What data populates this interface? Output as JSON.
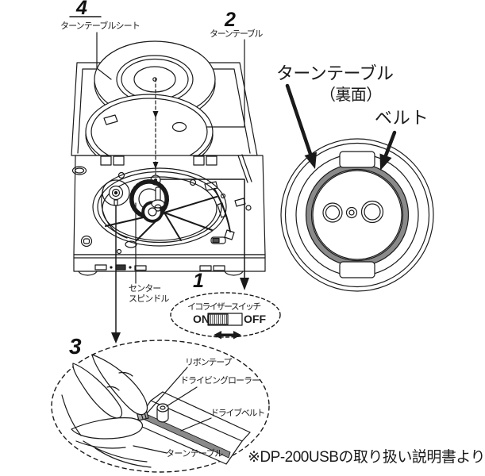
{
  "labels": {
    "part4": {
      "num": "4",
      "text": "ターンテーブルシート"
    },
    "part2": {
      "num": "2",
      "text": "ターンテーブル"
    },
    "part1": {
      "num": "1"
    },
    "part3": {
      "num": "3"
    },
    "back_view": {
      "title": "ターンテーブル",
      "subtitle": "（裏面）",
      "belt": "ベルト"
    },
    "spindle": {
      "line1": "センター",
      "line2": "スピンドル"
    },
    "equalizer": {
      "label": "イコライザースイッチ",
      "on": "ON",
      "off": "OFF"
    },
    "detail3": {
      "ribbon": "リボンテープ",
      "driving_roller": "ドライビングローラー",
      "drive_belt": "ドライブベルト",
      "turntable": "ターンテーブル"
    }
  },
  "note": "※DP-200USBの取り扱い説明書より",
  "colors": {
    "line": "#1a1a1a",
    "belt_fill": "#8a8a8a",
    "background": "#ffffff"
  }
}
